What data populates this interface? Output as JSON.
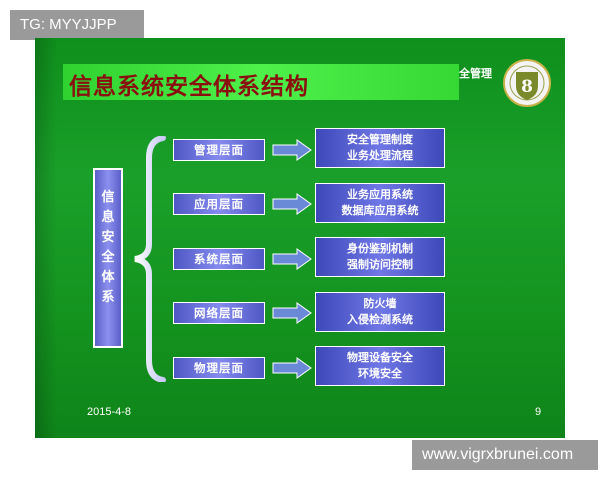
{
  "watermarks": {
    "top_left": "TG: MYYJJPP",
    "bottom_right": "www.vigrxbrunei.com"
  },
  "slide": {
    "title": "信息系统安全体系结构",
    "corner_text": "全管理",
    "vertical_label": [
      "信",
      "息",
      "安",
      "全",
      "体",
      "系"
    ],
    "layers": [
      {
        "label": "管理层面",
        "details": [
          "安全管理制度",
          "业务处理流程"
        ]
      },
      {
        "label": "应用层面",
        "details": [
          "业务应用系统",
          "数据库应用系统"
        ]
      },
      {
        "label": "系统层面",
        "details": [
          "身份鉴别机制",
          "强制访问控制"
        ]
      },
      {
        "label": "网络层面",
        "details": [
          "防火墙",
          "入侵检测系统"
        ]
      },
      {
        "label": "物理层面",
        "details": [
          "物理设备安全",
          "环境安全"
        ]
      }
    ],
    "footer_date": "2015-4-8",
    "page_number": "9"
  },
  "colors": {
    "slide_green": "#14931f",
    "title_bar_green": "#4ef04a",
    "title_red": "#8a1010",
    "box_blue": "#5a5fc8",
    "arrow_blue": "#6a8ad8"
  }
}
